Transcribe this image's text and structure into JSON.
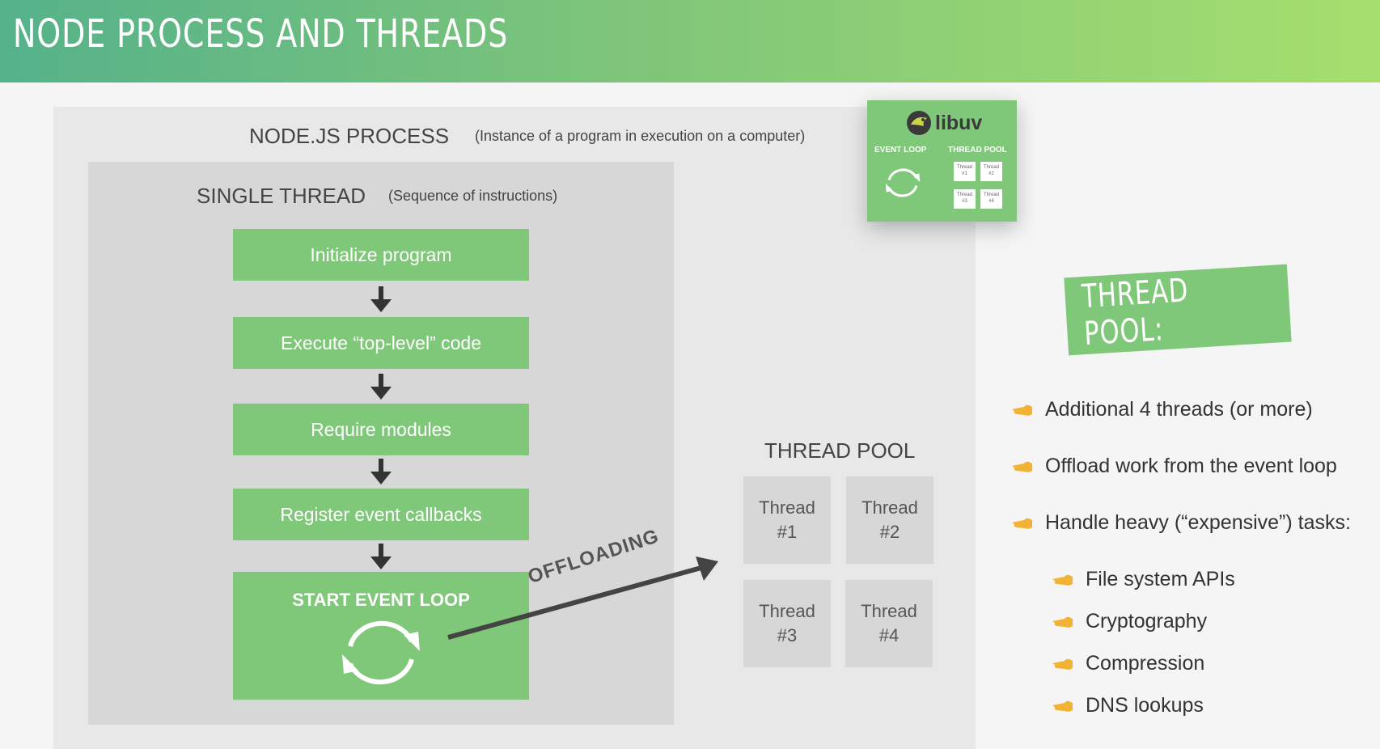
{
  "header": {
    "title": "NODE PROCESS AND THREADS"
  },
  "process": {
    "title": "NODE.JS PROCESS",
    "subtitle": "(Instance of a program in execution on a computer)"
  },
  "single_thread": {
    "title": "SINGLE THREAD",
    "subtitle": "(Sequence of instructions)",
    "steps": [
      "Initialize program",
      "Execute “top-level” code",
      "Require modules",
      "Register event callbacks"
    ],
    "event_loop": "START EVENT LOOP"
  },
  "offloading_label": "OFFLOADING",
  "thread_pool": {
    "title": "THREAD POOL",
    "threads": [
      {
        "label": "Thread",
        "num": "#1"
      },
      {
        "label": "Thread",
        "num": "#2"
      },
      {
        "label": "Thread",
        "num": "#3"
      },
      {
        "label": "Thread",
        "num": "#4"
      }
    ]
  },
  "libuv": {
    "logo": "libuv",
    "event_loop_label": "EVENT LOOP",
    "thread_pool_label": "THREAD POOL",
    "mini_threads": [
      {
        "label": "Thread",
        "num": "#1"
      },
      {
        "label": "Thread",
        "num": "#2"
      },
      {
        "label": "Thread",
        "num": "#3"
      },
      {
        "label": "Thread",
        "num": "#4"
      }
    ]
  },
  "banner": "THREAD POOL:",
  "bullets": [
    "Additional 4 threads (or more)",
    "Offload work from the event loop",
    "Handle heavy (“expensive”) tasks:"
  ],
  "sub_bullets": [
    "File system APIs",
    "Cryptography",
    "Compression",
    "DNS lookups"
  ],
  "colors": {
    "accent_green": "#80c879",
    "hand_icon": "#f2b233"
  }
}
